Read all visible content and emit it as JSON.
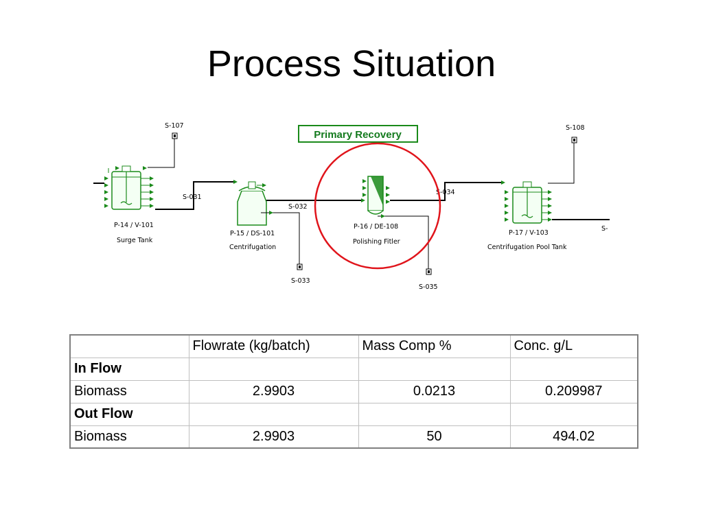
{
  "slide": {
    "title": "Process Situation"
  },
  "diagram": {
    "section_label": "Primary Recovery",
    "streams": {
      "s107": "S-107",
      "s108": "S-108",
      "s031": "S-031",
      "s032": "S-032",
      "s033": "S-033",
      "s034": "S-034",
      "s035": "S-035",
      "s_out": "S-"
    },
    "units": {
      "v101": {
        "id": "P-14 / V-101",
        "name": "Surge Tank"
      },
      "ds101": {
        "id": "P-15 / DS-101",
        "name": "Centrifugation"
      },
      "de108": {
        "id": "P-16 / DE-108",
        "name": "Polishing Fitler"
      },
      "v103": {
        "id": "P-17 / V-103",
        "name": "Centrifugation Pool Tank"
      }
    },
    "colors": {
      "equipment": "#1a8a1a",
      "highlight_circle": "#e0141b",
      "lines": "#000000"
    }
  },
  "table": {
    "headers": [
      "",
      "Flowrate (kg/batch)",
      "Mass Comp %",
      "Conc. g/L"
    ],
    "rows": [
      {
        "label": "In Flow",
        "values": [
          "",
          "",
          ""
        ],
        "section": true
      },
      {
        "label": "Biomass",
        "values": [
          "2.9903",
          "0.0213",
          "0.209987"
        ],
        "section": false
      },
      {
        "label": "Out Flow",
        "values": [
          "",
          "",
          ""
        ],
        "section": true
      },
      {
        "label": "Biomass",
        "values": [
          "2.9903",
          "50",
          "494.02"
        ],
        "section": false
      }
    ]
  }
}
